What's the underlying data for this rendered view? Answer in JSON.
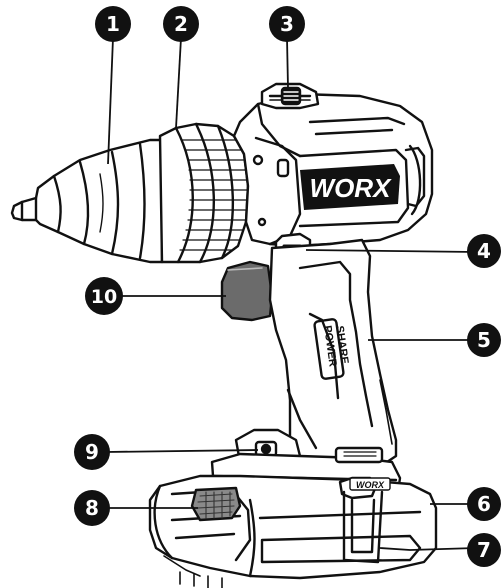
{
  "diagram": {
    "brand_label": "WORX",
    "battery_brand_label": "WORX",
    "handle_label_line1": "POWER",
    "handle_label_line2": "SHARE",
    "callouts": [
      "1",
      "2",
      "3",
      "4",
      "5",
      "6",
      "7",
      "8",
      "9",
      "10"
    ]
  }
}
